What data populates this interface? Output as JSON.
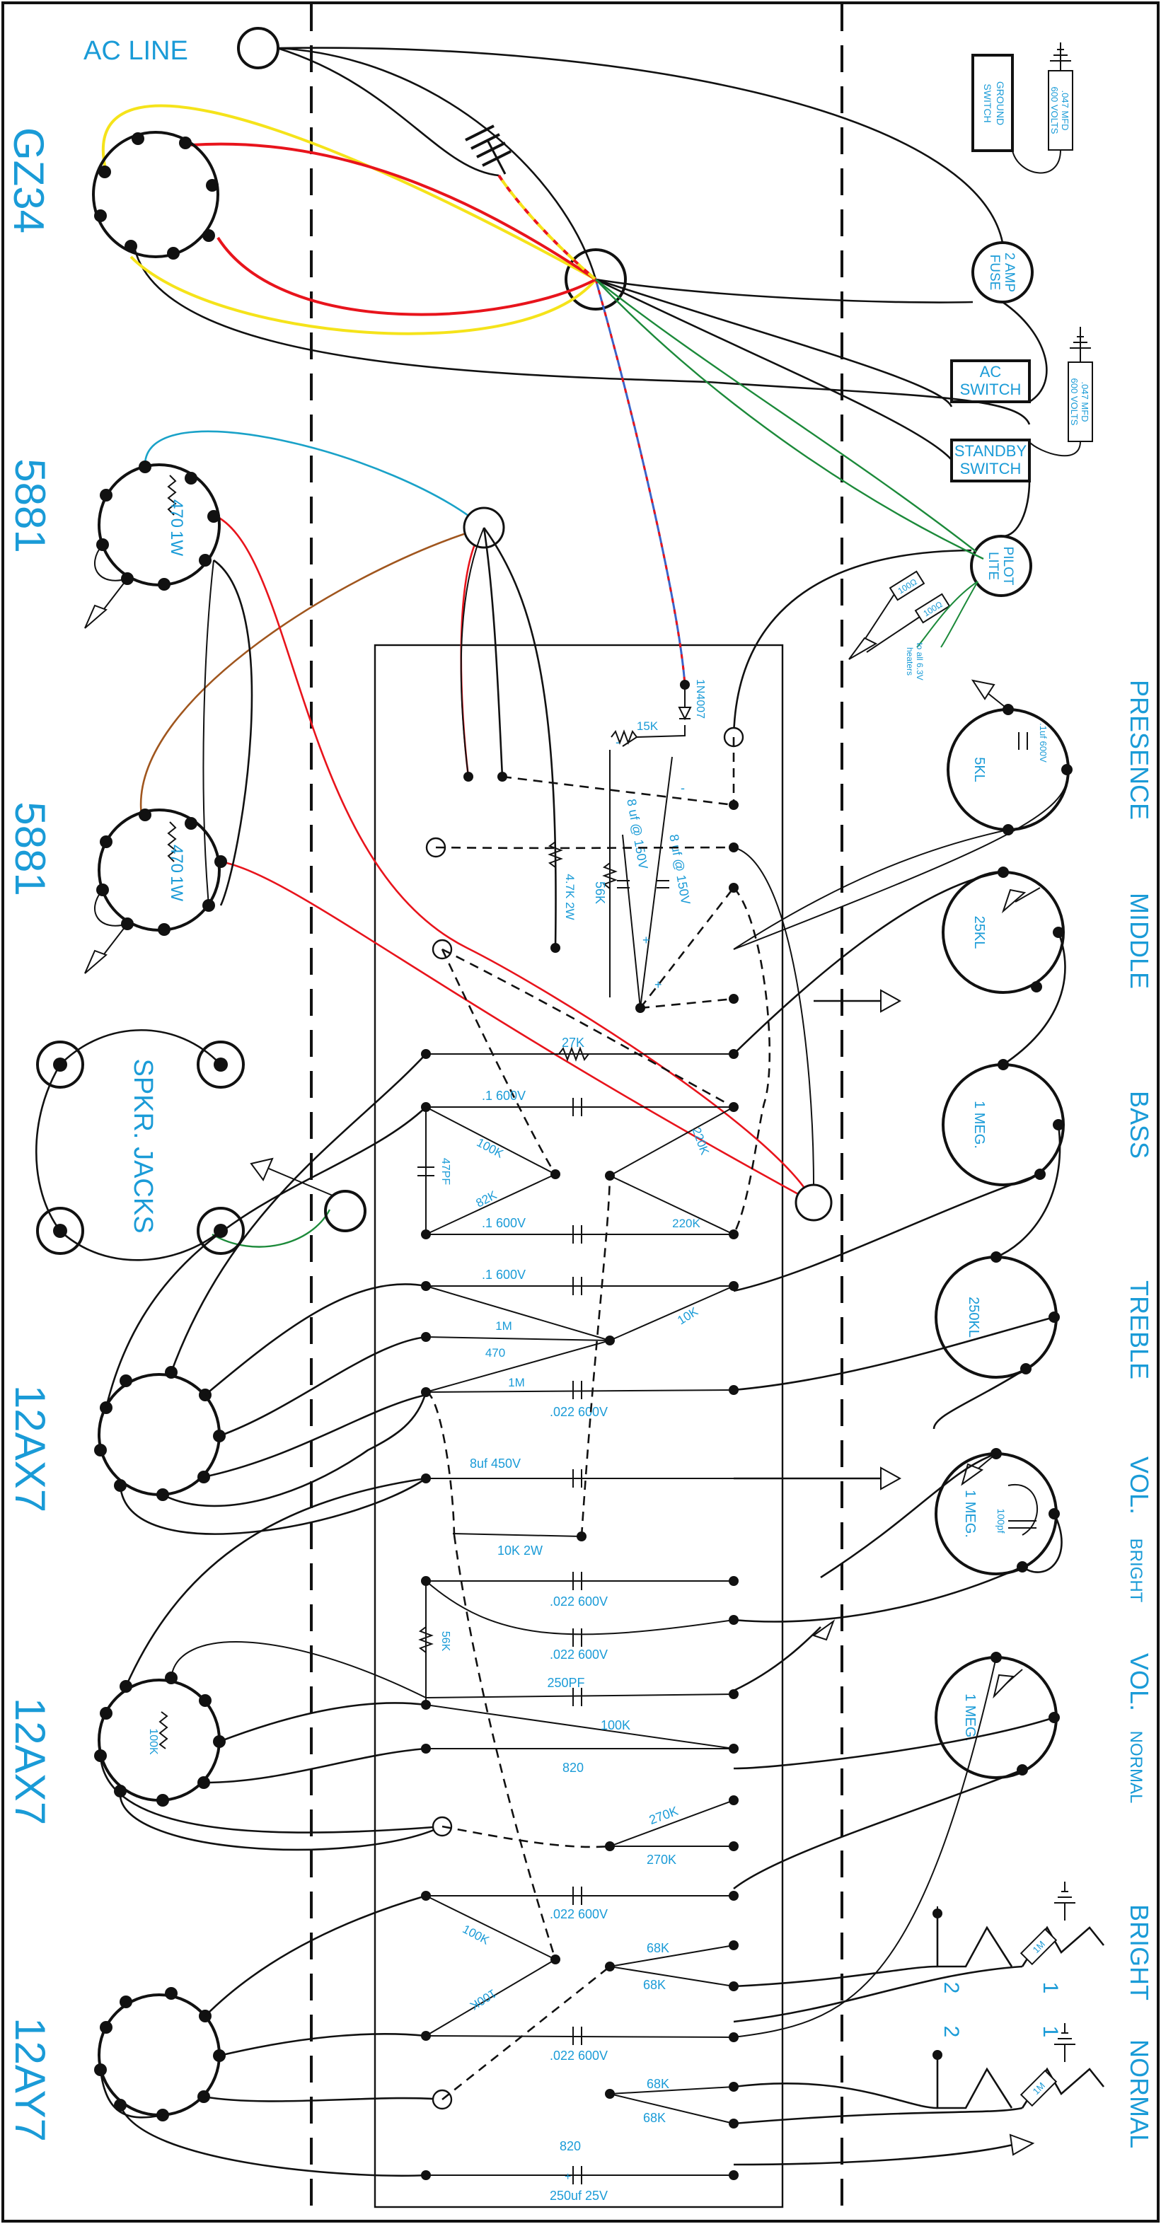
{
  "colors": {
    "label": "#1a9bd7",
    "wire": "#111111",
    "red": "#e8141c",
    "yellow": "#f5e31a",
    "green": "#1c8a3a",
    "cyan": "#1aa2c8",
    "brown": "#a0561e",
    "blue": "#3a63c9"
  },
  "header": {
    "ac_line": "AC LINE",
    "ground_switch": [
      "GROUND",
      "SWITCH"
    ],
    "cap_600v_top": [
      ".047 MFD",
      "600 VOLTS"
    ],
    "fuse": [
      "2 AMP",
      "FUSE"
    ],
    "ac_switch": [
      "AC",
      "SWITCH"
    ],
    "standby_switch": [
      "STANDBY",
      "SWITCH"
    ],
    "cap_600v_mid": [
      ".047 MFD",
      "600 VOLTS"
    ],
    "pilot": [
      "PILOT",
      "LITE"
    ],
    "pilot_r1": "100Ω",
    "pilot_r2": "100Ω",
    "heaters_note": [
      "to all 6.3V",
      "heaters"
    ]
  },
  "tubes": {
    "gz34": "GZ34",
    "power1": "5881",
    "power2": "5881",
    "speaker": "SPKR. JACKS",
    "pre1": "12AX7",
    "pre2": "12AX7",
    "pre3": "12AY7"
  },
  "tube_details": {
    "power_resistor_1": [
      "470",
      "1W"
    ],
    "power_resistor_2": [
      "470",
      "1W"
    ],
    "pre2_resistor": "100K"
  },
  "controls": {
    "presence": "PRESENCE",
    "presence_pot": "5KL",
    "presence_cap": ".1uf 600V",
    "middle": "MIDDLE",
    "middle_pot": "25KL",
    "bass": "BASS",
    "bass_pot": "1 MEG.",
    "treble": "TREBLE",
    "treble_pot": "250KL",
    "vol_bright": "VOL.",
    "vol_bright_sub": "BRIGHT",
    "vol_bright_pot": "1 MEG.",
    "vol_bright_cap": "100pf",
    "vol_normal": "VOL.",
    "vol_normal_sub": "NORMAL",
    "vol_normal_pot": "1 MEG.",
    "bright": "BRIGHT",
    "normal": "NORMAL",
    "jack_1m_bright": "1M",
    "jack_1m_normal": "1M",
    "jack_num_2a": "2",
    "jack_num_1a": "1",
    "jack_num_2b": "2",
    "jack_num_1b": "1"
  },
  "board": {
    "diode": "1N4007",
    "r15k": "15K",
    "cap8a": "8 uf @ 150V",
    "cap8b": "8 uf @ 150V",
    "r56k_ps": "56K",
    "r47k": "4.7K 2W",
    "r27k": "27K",
    "c1_600_a": ".1 600V",
    "r100k_a": "100K",
    "c47pf": "47PF",
    "r82k": "82K",
    "c1_600_b": ".1 600V",
    "r220k_a": "220K",
    "r220k_b": "220K",
    "c1_600_c": ".1 600V",
    "r1m_a": "1M",
    "r470": "470",
    "r10k": "10K",
    "r1m_b": "1M",
    "c022_a": ".022 600V",
    "c8uf450": "8uf 450V",
    "r10k2w": "10K 2W",
    "c022_b": ".022 600V",
    "c022_c": ".022 600V",
    "r56k_b": "56K",
    "c250pf": "250PF",
    "r100k_b": "100K",
    "r820_a": "820",
    "r270k_a": "270K",
    "r270k_b": "270K",
    "c022_d": ".022 600V",
    "r100k_c": "100K",
    "r100k_d": "100K",
    "r68k_a": "68K",
    "r68k_b": "68K",
    "c022_e": ".022 600V",
    "r68k_c": "68K",
    "r68k_d": "68K",
    "r820_b": "820",
    "c250uf": "250uf 25V"
  }
}
